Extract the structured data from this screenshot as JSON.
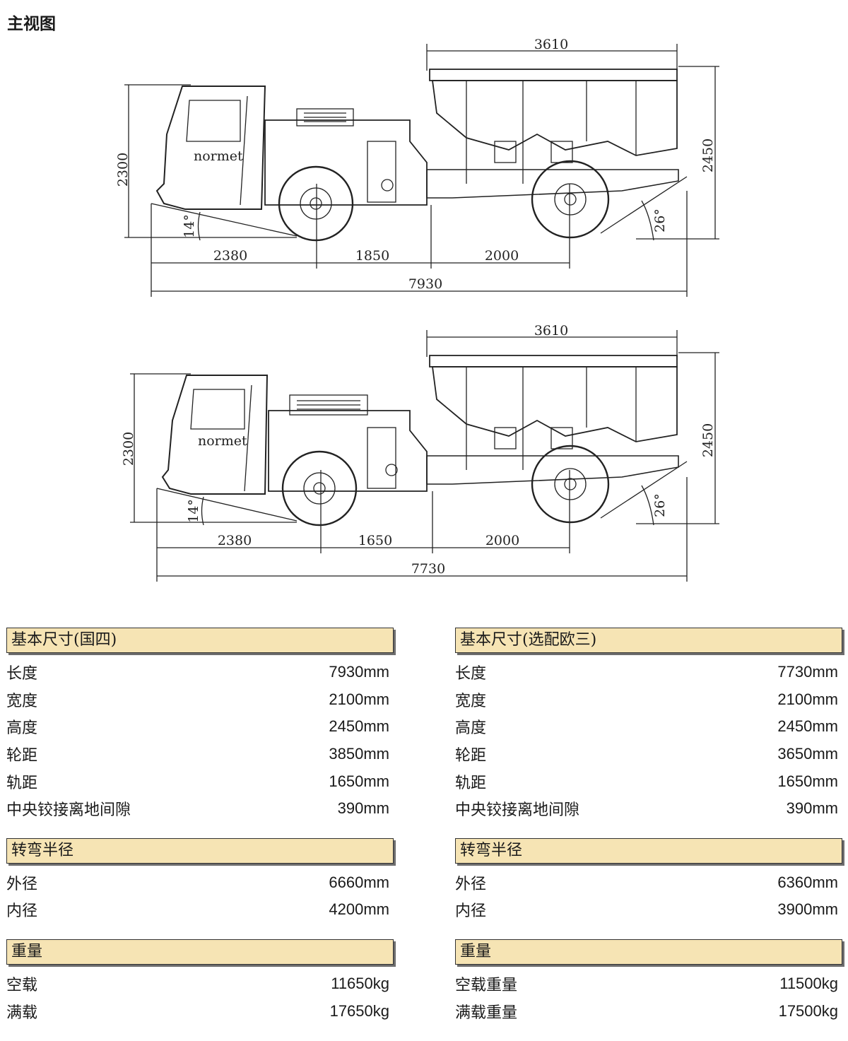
{
  "title": "主视图",
  "drawings": [
    {
      "brand": "normet",
      "dims": {
        "top": "3610",
        "left_height": "2300",
        "right_height": "2450",
        "front_overhang": "2380",
        "mid_span": "1850",
        "rear_span": "2000",
        "total": "7930",
        "front_angle": "14°",
        "rear_angle": "26°"
      }
    },
    {
      "brand": "normet",
      "dims": {
        "top": "3610",
        "left_height": "2300",
        "right_height": "2450",
        "front_overhang": "2380",
        "mid_span": "1650",
        "rear_span": "2000",
        "total": "7730",
        "front_angle": "14°",
        "rear_angle": "26°"
      }
    }
  ],
  "tables": [
    {
      "sections": [
        {
          "title": "基本尺寸(国四)",
          "rows": [
            {
              "label": "长度",
              "value": "7930mm"
            },
            {
              "label": "宽度",
              "value": "2100mm"
            },
            {
              "label": "高度",
              "value": "2450mm"
            },
            {
              "label": "轮距",
              "value": "3850mm"
            },
            {
              "label": "轨距",
              "value": "1650mm"
            },
            {
              "label": "中央铰接离地间隙",
              "value": "390mm"
            }
          ]
        },
        {
          "title": "转弯半径",
          "rows": [
            {
              "label": "外径",
              "value": "6660mm"
            },
            {
              "label": "内径",
              "value": "4200mm"
            }
          ]
        },
        {
          "title": "重量",
          "rows": [
            {
              "label": "空载",
              "value": "11650kg"
            },
            {
              "label": "满载",
              "value": "17650kg"
            }
          ]
        }
      ]
    },
    {
      "sections": [
        {
          "title": "基本尺寸(选配欧三)",
          "rows": [
            {
              "label": "长度",
              "value": "7730mm"
            },
            {
              "label": "宽度",
              "value": "2100mm"
            },
            {
              "label": "高度",
              "value": "2450mm"
            },
            {
              "label": "轮距",
              "value": "3650mm"
            },
            {
              "label": "轨距",
              "value": "1650mm"
            },
            {
              "label": "中央铰接离地间隙",
              "value": "390mm"
            }
          ]
        },
        {
          "title": "转弯半径",
          "rows": [
            {
              "label": "外径",
              "value": "6360mm"
            },
            {
              "label": "内径",
              "value": "3900mm"
            }
          ]
        },
        {
          "title": "重量",
          "rows": [
            {
              "label": "空载重量",
              "value": "11500kg"
            },
            {
              "label": "满载重量",
              "value": "17500kg"
            }
          ]
        }
      ]
    }
  ]
}
